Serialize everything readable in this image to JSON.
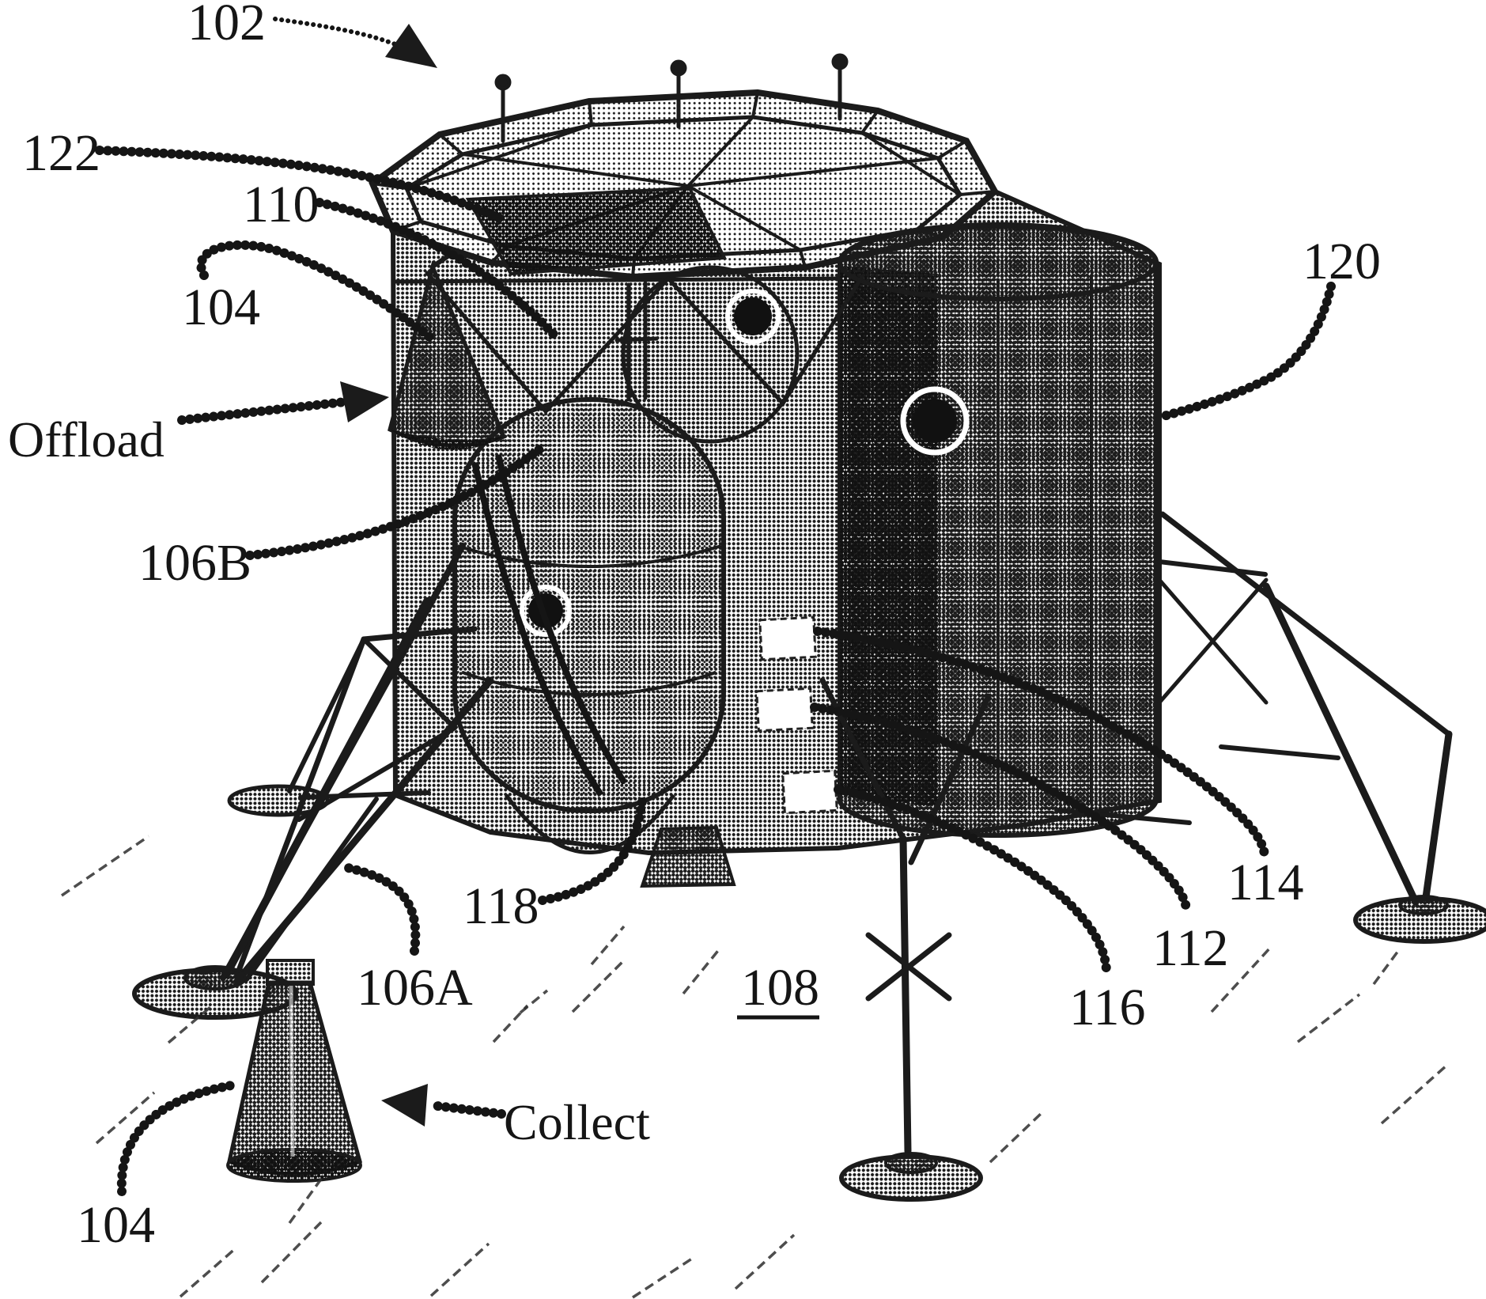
{
  "figure": {
    "background": "#ffffff",
    "ink": "#151515",
    "reference_labels": [
      {
        "id": "102",
        "text": "102"
      },
      {
        "id": "122",
        "text": "122"
      },
      {
        "id": "110",
        "text": "110"
      },
      {
        "id": "104-upper",
        "text": "104"
      },
      {
        "id": "106B",
        "text": "106B"
      },
      {
        "id": "118",
        "text": "118"
      },
      {
        "id": "106A",
        "text": "106A"
      },
      {
        "id": "108",
        "text": "108"
      },
      {
        "id": "104-lower",
        "text": "104"
      },
      {
        "id": "116",
        "text": "116"
      },
      {
        "id": "112",
        "text": "112"
      },
      {
        "id": "114",
        "text": "114"
      },
      {
        "id": "120",
        "text": "120"
      }
    ],
    "process_labels": [
      {
        "id": "offload",
        "text": "Offload"
      },
      {
        "id": "collect",
        "text": "Collect"
      }
    ]
  }
}
